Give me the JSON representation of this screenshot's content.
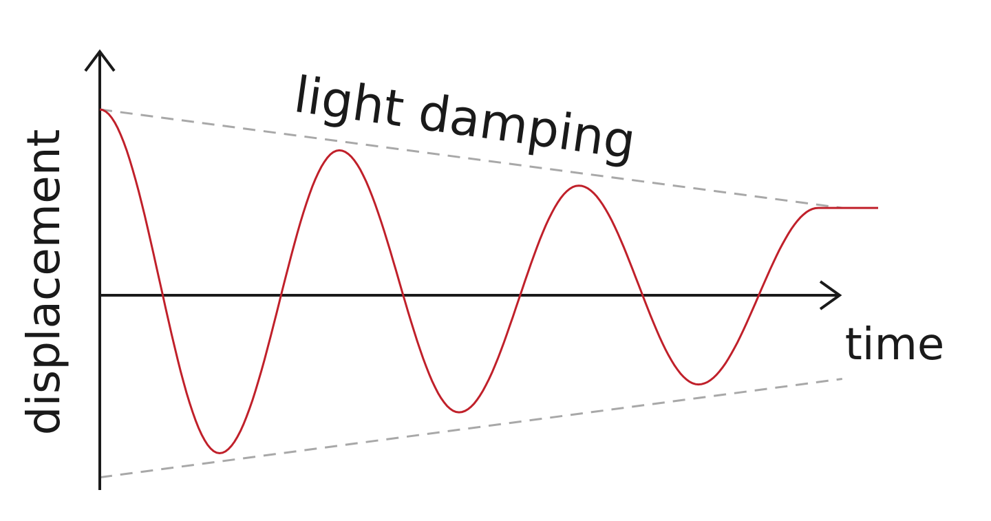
{
  "chart_data": {
    "type": "line",
    "title": "",
    "xlabel": "time",
    "ylabel": "displacement",
    "annotation": "light damping",
    "grid": false,
    "legend": "none",
    "colors": {
      "curve": "#c0202a",
      "envelope": "#a8a8a8",
      "axes": "#1a1a1a"
    },
    "series": [
      {
        "role": "oscillation",
        "x": [
          0,
          0.5,
          1.0,
          1.5,
          2.0,
          2.5,
          3.0,
          3.25
        ],
        "values": [
          1.0,
          -0.85,
          0.78,
          -0.63,
          0.59,
          -0.48,
          0.47,
          0.47
        ]
      },
      {
        "role": "upper-envelope",
        "x": [
          0,
          3.1
        ],
        "values": [
          1.0,
          0.47
        ]
      },
      {
        "role": "lower-envelope",
        "x": [
          0,
          3.1
        ],
        "values": [
          -0.98,
          -0.45
        ]
      }
    ]
  }
}
